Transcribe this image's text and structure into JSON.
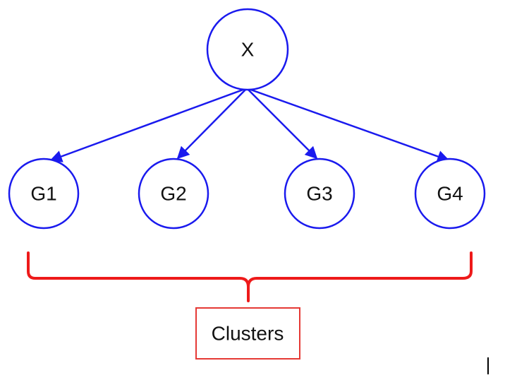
{
  "diagram": {
    "root": {
      "label": "X"
    },
    "children": [
      {
        "label": "G1"
      },
      {
        "label": "G2"
      },
      {
        "label": "G3"
      },
      {
        "label": "G4"
      }
    ],
    "group_label": "Clusters",
    "colors": {
      "node_stroke": "#1a1aee",
      "edge": "#1a1aee",
      "brace": "#ee1a1a",
      "label_box": "#e53935"
    }
  }
}
